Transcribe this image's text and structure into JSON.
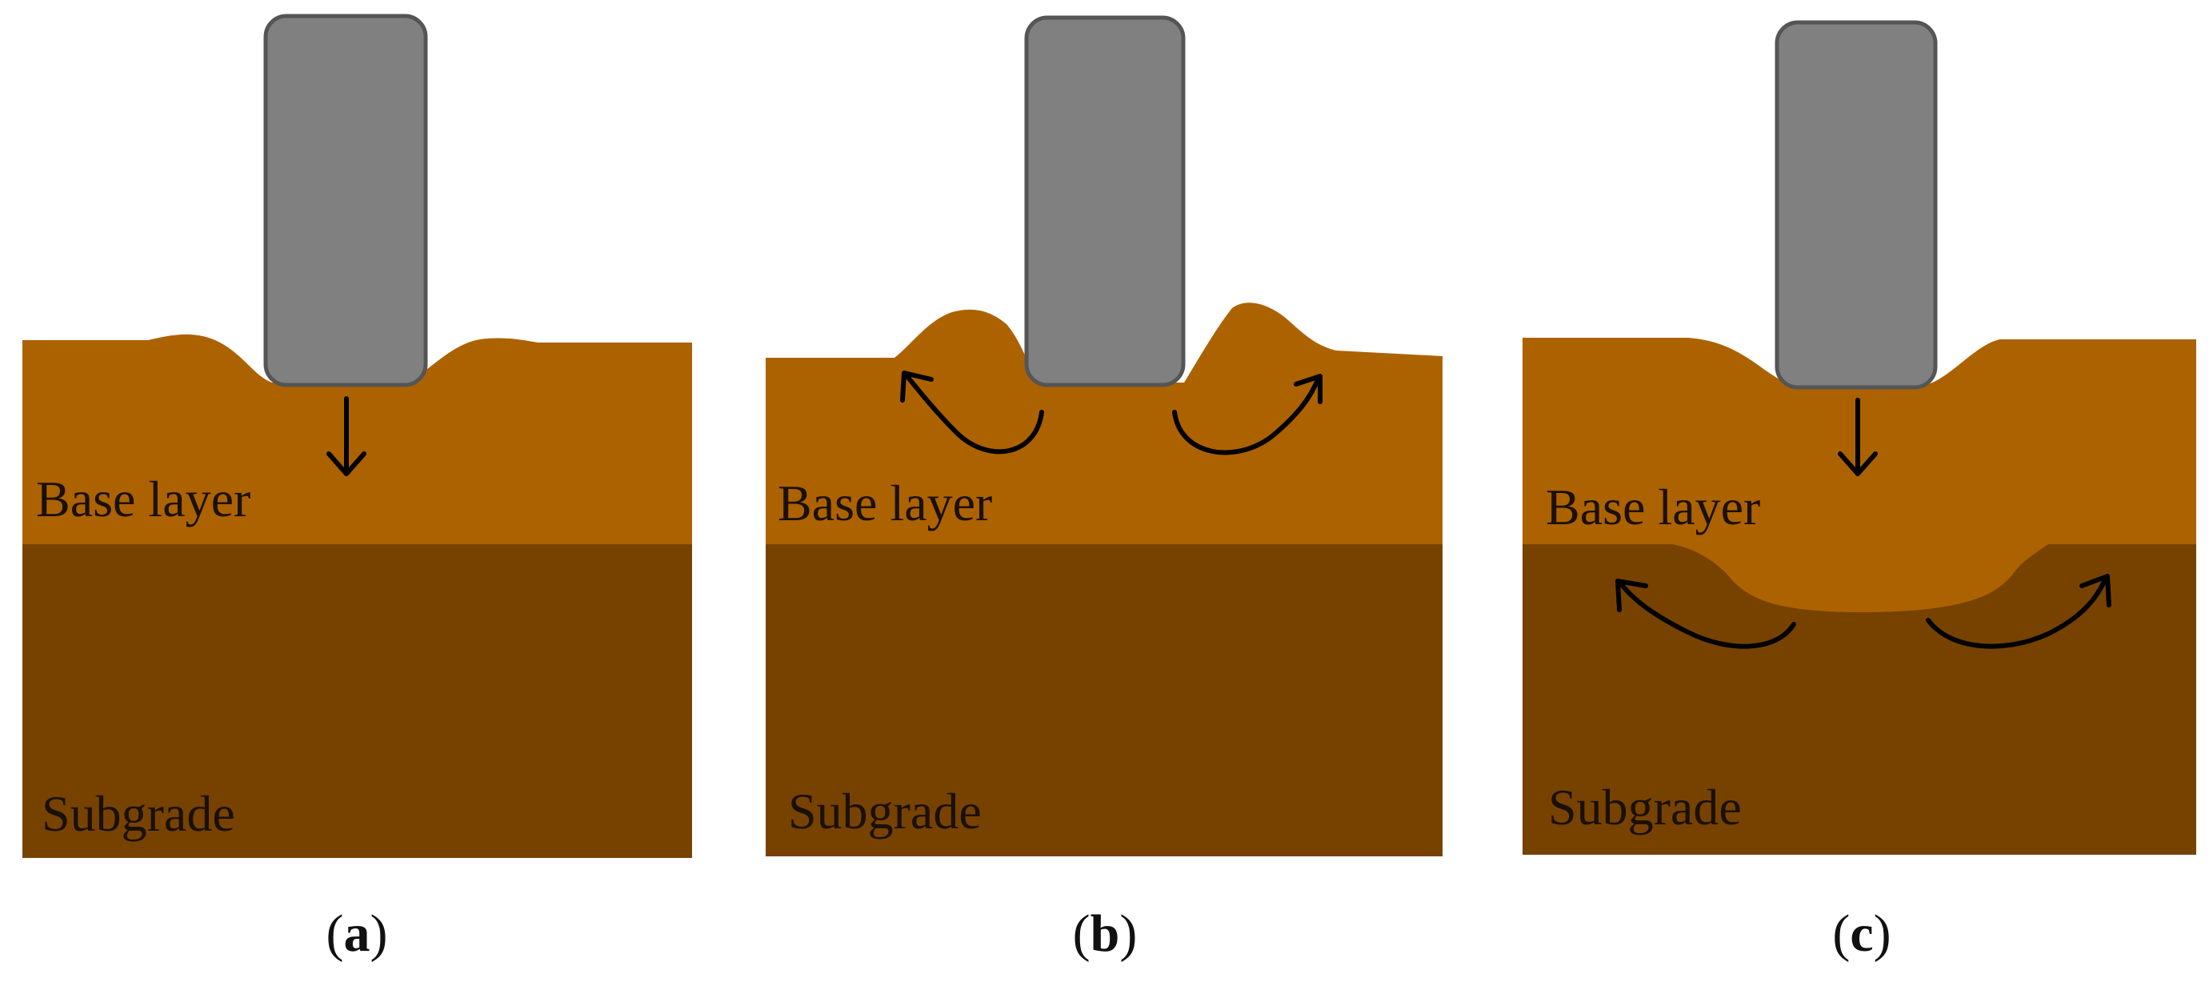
{
  "colors": {
    "base_layer": "#AD6200",
    "subgrade": "#774200",
    "indenter_fill": "#808080",
    "indenter_stroke": "#555555",
    "arrow": "#000000",
    "background": "#FFFFFF"
  },
  "icons": [
    "indenter",
    "down-arrow",
    "curved-arrow"
  ],
  "panels": [
    {
      "id": "a",
      "base_label": "Base layer",
      "subgrade_label": "Subgrade",
      "caption_open": "(",
      "caption_letter": "a",
      "caption_close": ")"
    },
    {
      "id": "b",
      "base_label": "Base layer",
      "subgrade_label": "Subgrade",
      "caption_open": "(",
      "caption_letter": "b",
      "caption_close": ")"
    },
    {
      "id": "c",
      "base_label": "Base layer",
      "subgrade_label": "Subgrade",
      "caption_open": "(",
      "caption_letter": "c",
      "caption_close": ")"
    }
  ]
}
